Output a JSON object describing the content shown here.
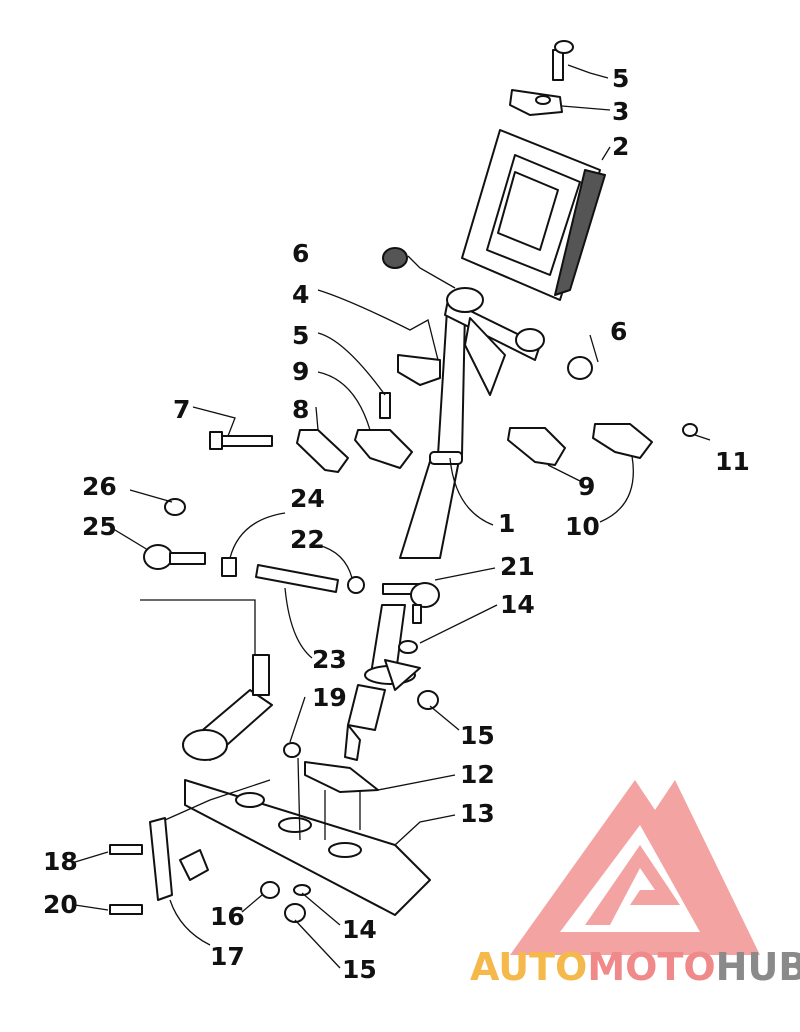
{
  "callouts": [
    {
      "id": "c5a",
      "text": "5"
    },
    {
      "id": "c3",
      "text": "3"
    },
    {
      "id": "c2",
      "text": "2"
    },
    {
      "id": "c6a",
      "text": "6"
    },
    {
      "id": "c4",
      "text": "4"
    },
    {
      "id": "c5b",
      "text": "5"
    },
    {
      "id": "c6b",
      "text": "6"
    },
    {
      "id": "c9a",
      "text": "9"
    },
    {
      "id": "c7",
      "text": "7"
    },
    {
      "id": "c8",
      "text": "8"
    },
    {
      "id": "c11",
      "text": "11"
    },
    {
      "id": "c9b",
      "text": "9"
    },
    {
      "id": "c26",
      "text": "26"
    },
    {
      "id": "c24",
      "text": "24"
    },
    {
      "id": "c1",
      "text": "1"
    },
    {
      "id": "c25",
      "text": "25"
    },
    {
      "id": "c22",
      "text": "22"
    },
    {
      "id": "c10",
      "text": "10"
    },
    {
      "id": "c21",
      "text": "21"
    },
    {
      "id": "c14a",
      "text": "14"
    },
    {
      "id": "c23",
      "text": "23"
    },
    {
      "id": "c19",
      "text": "19"
    },
    {
      "id": "c15a",
      "text": "15"
    },
    {
      "id": "c12",
      "text": "12"
    },
    {
      "id": "c13",
      "text": "13"
    },
    {
      "id": "c18",
      "text": "18"
    },
    {
      "id": "c20",
      "text": "20"
    },
    {
      "id": "c16",
      "text": "16"
    },
    {
      "id": "c14b",
      "text": "14"
    },
    {
      "id": "c17",
      "text": "17"
    },
    {
      "id": "c15b",
      "text": "15"
    }
  ],
  "watermark": {
    "part1": "AUTO",
    "part2": "MOTO",
    "part3": "HUB",
    "color1": "#f5b84a",
    "color2": "#f08a8a",
    "color3": "#8a8a8a",
    "logo_color": "#f4a3a3"
  }
}
